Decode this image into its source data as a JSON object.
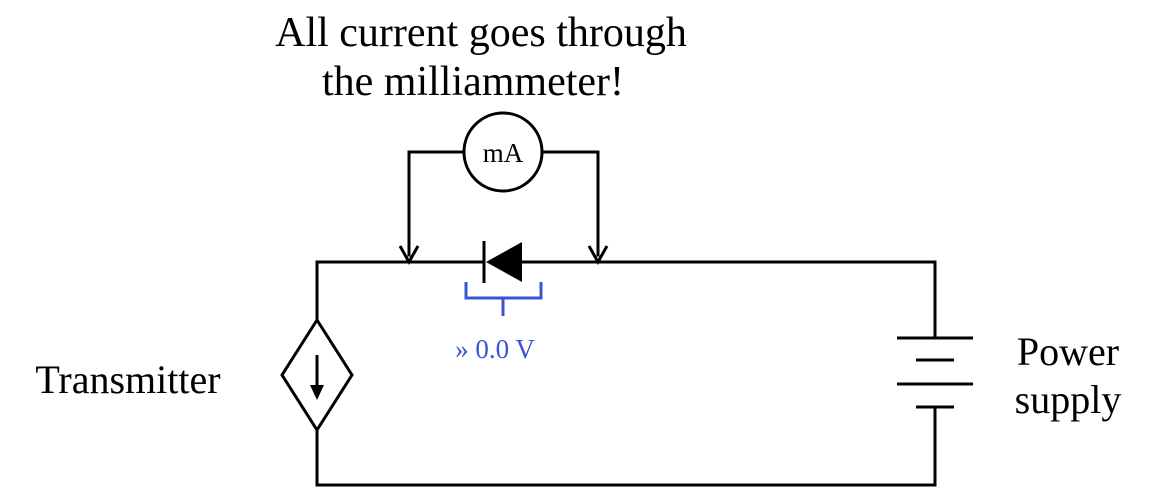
{
  "caption": {
    "line1": "All current goes through",
    "line2": "the milliammeter!"
  },
  "meter": {
    "label": "mA"
  },
  "voltage_reading": "» 0.0 V",
  "labels": {
    "transmitter": "Transmitter",
    "power_supply_line1": "Power",
    "power_supply_line2": "supply"
  },
  "colors": {
    "wire": "#000000",
    "voltage_annotation": "#3a54d6",
    "background": "#ffffff"
  },
  "icons": [
    "current-source-icon",
    "diode-icon",
    "battery-icon",
    "milliammeter-icon"
  ]
}
